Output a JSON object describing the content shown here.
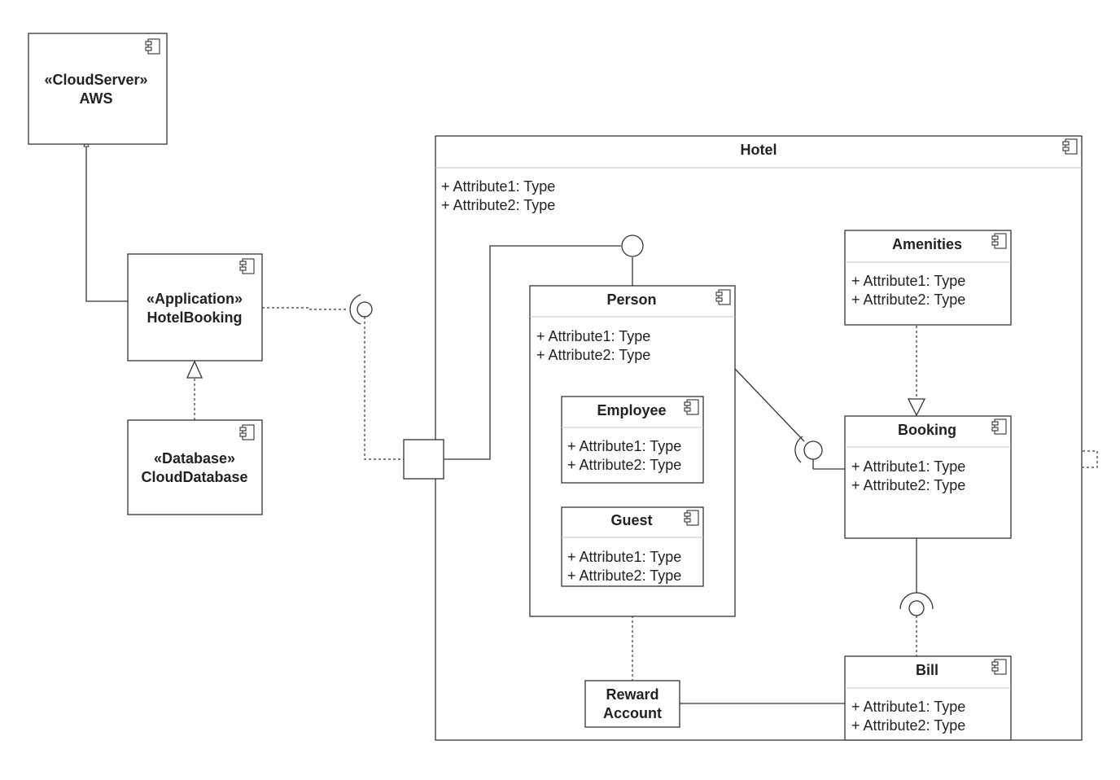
{
  "components": {
    "cloudserver": {
      "stereotype": "«CloudServer»",
      "name": "AWS"
    },
    "application": {
      "stereotype": "«Application»",
      "name": "HotelBooking"
    },
    "database": {
      "stereotype": "«Database»",
      "name": "CloudDatabase"
    },
    "hotel": {
      "name": "Hotel",
      "attr1": "+ Attribute1: Type",
      "attr2": "+ Attribute2: Type"
    },
    "person": {
      "name": "Person",
      "attr1": "+ Attribute1: Type",
      "attr2": "+ Attribute2: Type"
    },
    "employee": {
      "name": "Employee",
      "attr1": "+ Attribute1: Type",
      "attr2": "+ Attribute2: Type"
    },
    "guest": {
      "name": "Guest",
      "attr1": "+ Attribute1: Type",
      "attr2": "+ Attribute2: Type"
    },
    "amenities": {
      "name": "Amenities",
      "attr1": "+ Attribute1: Type",
      "attr2": "+ Attribute2: Type"
    },
    "booking": {
      "name": "Booking",
      "attr1": "+ Attribute1: Type",
      "attr2": "+ Attribute2: Type"
    },
    "bill": {
      "name": "Bill",
      "attr1": "+ Attribute1: Type",
      "attr2": "+ Attribute2: Type"
    },
    "reward": {
      "line1": "Reward",
      "line2": "Account"
    }
  },
  "icon": "component-icon",
  "colors": {
    "stroke": "#333333",
    "separator": "#c8c8c8",
    "background": "#ffffff"
  }
}
